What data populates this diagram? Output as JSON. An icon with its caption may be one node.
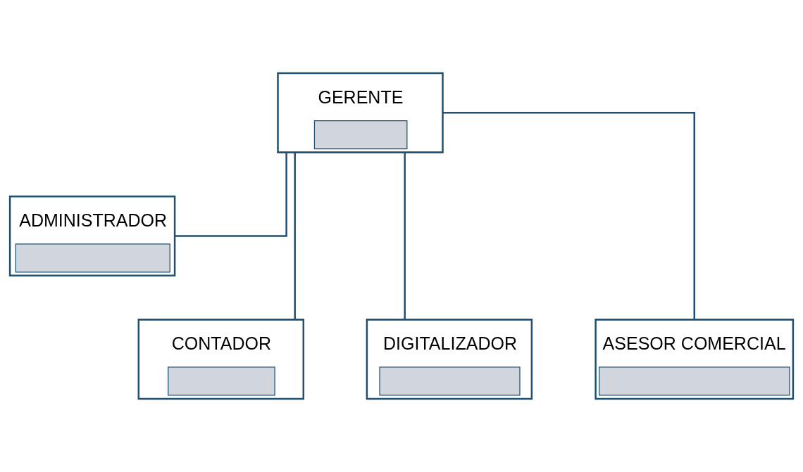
{
  "diagram": {
    "nodes": [
      {
        "text": [
          "GERENTE"
        ]
      },
      {
        "text": [
          "ADMINISTRADOR"
        ]
      },
      {
        "text": [
          "CONTADOR"
        ]
      },
      {
        "text": [
          "DIGITALIZADOR"
        ]
      },
      {
        "text": [
          "ASESOR COMERCIAL"
        ]
      }
    ],
    "edges": [
      {
        "from": 0,
        "to": 1,
        "arrow": "none"
      },
      {
        "from": 0,
        "to": 2,
        "arrow": "none"
      },
      {
        "from": 0,
        "to": 3,
        "arrow": "none"
      },
      {
        "from": 0,
        "to": 4,
        "arrow": "none"
      }
    ]
  }
}
